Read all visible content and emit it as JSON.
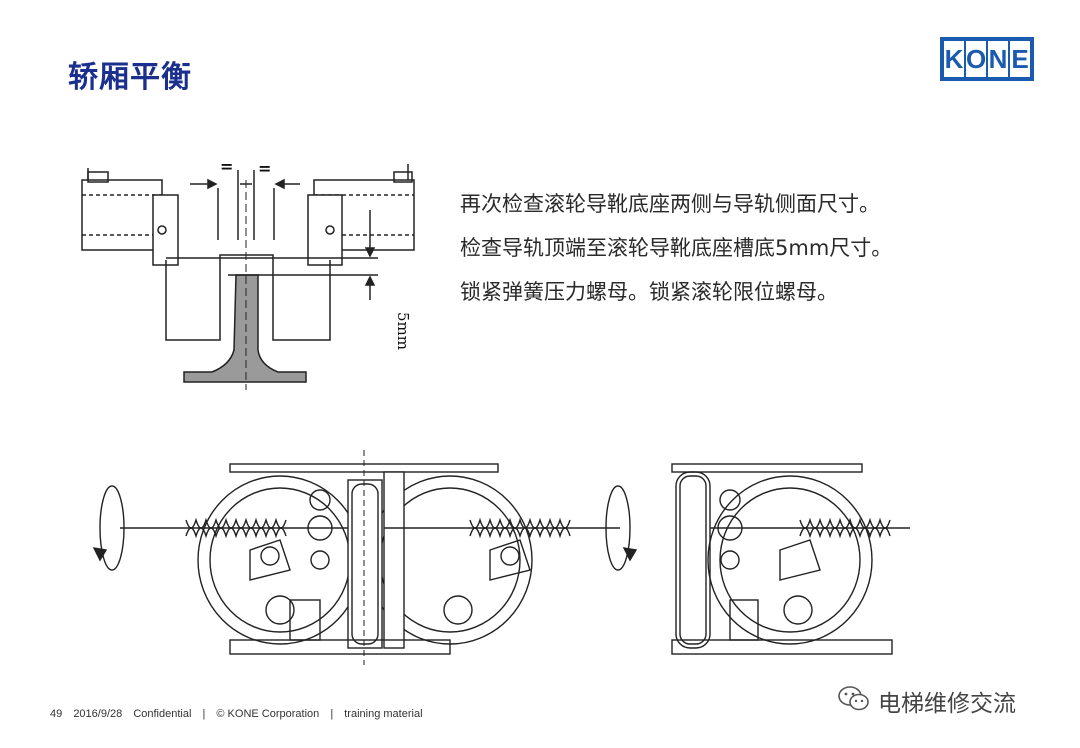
{
  "slide": {
    "title": "轿厢平衡",
    "logo_letters": [
      "K",
      "O",
      "N",
      "E"
    ],
    "brand_color": "#1a5bb0",
    "title_color": "#1b2f8f",
    "lines": [
      "再次检查滚轮导靴底座两侧与导轨侧面尺寸。",
      "检查导轨顶端至滚轮导靴底座槽底5mm尺寸。",
      "锁紧弹簧压力螺母。锁紧滚轮限位螺母。"
    ],
    "diagram_labels": {
      "equal_left": "=",
      "equal_right": "=",
      "dimension": "5mm"
    }
  },
  "footer": {
    "page_number": "49",
    "date": "2016/9/28",
    "confidential": "Confidential",
    "sep1": "|",
    "copyright": "© KONE Corporation",
    "sep2": "|",
    "material": "training material"
  },
  "watermark": {
    "text": "电梯维修交流",
    "icon": "wechat-icon"
  }
}
